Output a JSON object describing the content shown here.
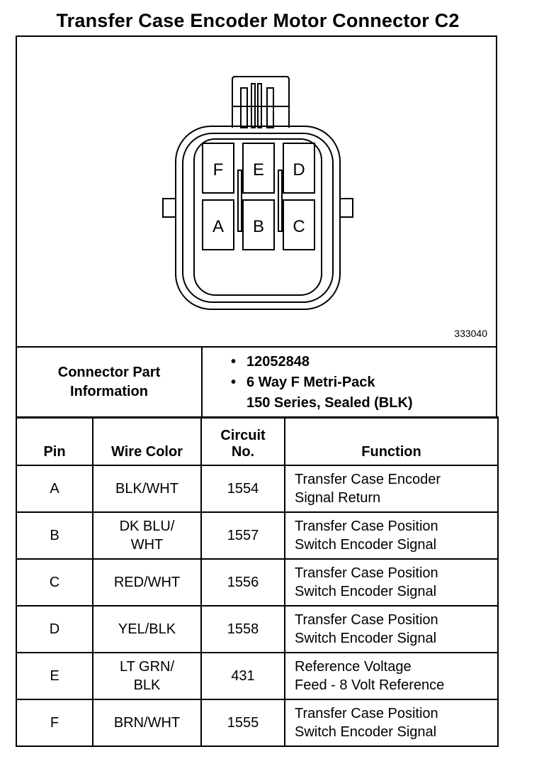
{
  "title": "Transfer Case Encoder Motor Connector C2",
  "figure_id": "333040",
  "connector": {
    "top_row": [
      "F",
      "E",
      "D"
    ],
    "bottom_row": [
      "A",
      "B",
      "C"
    ]
  },
  "part_info": {
    "label_line1": "Connector Part",
    "label_line2": "Information",
    "items": [
      [
        "12052848"
      ],
      [
        "6 Way F Metri-Pack",
        "150 Series, Sealed (BLK)"
      ]
    ]
  },
  "pin_table": {
    "headers": {
      "pin": "Pin",
      "wire_color": "Wire Color",
      "circuit_line1": "Circuit",
      "circuit_line2": "No.",
      "function": "Function"
    },
    "rows": [
      {
        "pin": "A",
        "wire": [
          "BLK/WHT"
        ],
        "circuit": "1554",
        "function": [
          "Transfer Case Encoder",
          "Signal Return"
        ]
      },
      {
        "pin": "B",
        "wire": [
          "DK BLU/",
          "WHT"
        ],
        "circuit": "1557",
        "function": [
          "Transfer Case Position",
          "Switch Encoder Signal"
        ]
      },
      {
        "pin": "C",
        "wire": [
          "RED/WHT"
        ],
        "circuit": "1556",
        "function": [
          "Transfer Case Position",
          "Switch Encoder Signal"
        ]
      },
      {
        "pin": "D",
        "wire": [
          "YEL/BLK"
        ],
        "circuit": "1558",
        "function": [
          "Transfer Case Position",
          "Switch Encoder Signal"
        ]
      },
      {
        "pin": "E",
        "wire": [
          "LT GRN/",
          "BLK"
        ],
        "circuit": "431",
        "function": [
          "Reference Voltage",
          "Feed - 8 Volt Reference"
        ]
      },
      {
        "pin": "F",
        "wire": [
          "BRN/WHT"
        ],
        "circuit": "1555",
        "function": [
          "Transfer Case Position",
          "Switch Encoder Signal"
        ]
      }
    ]
  }
}
